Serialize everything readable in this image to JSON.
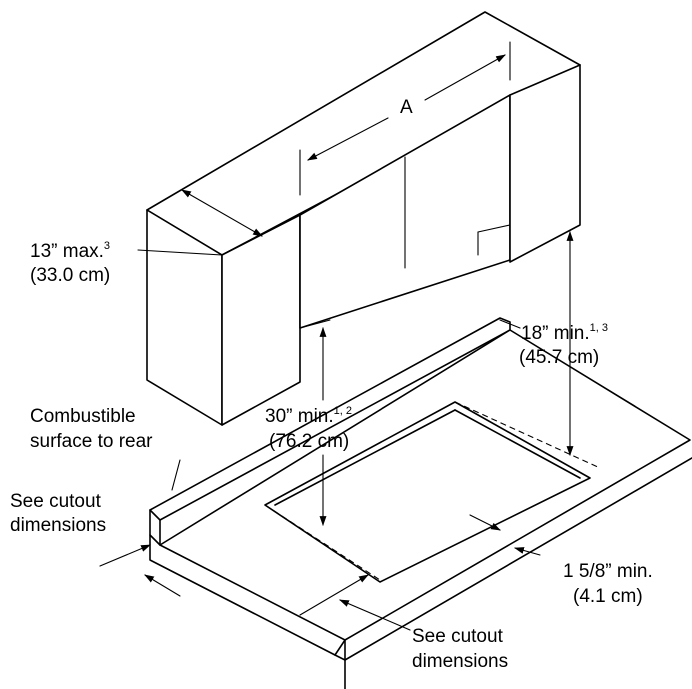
{
  "labels": {
    "width_a": "A",
    "depth_max": "13” max.",
    "depth_max_note": "3",
    "depth_max_metric": "(33.0 cm)",
    "clear_side": "18” min.",
    "clear_side_note": "1, 3",
    "clear_side_metric": "(45.7 cm)",
    "clear_top": "30” min.",
    "clear_top_note": "1, 2",
    "clear_top_metric": "(76.2 cm)",
    "combustible_1": "Combustible",
    "combustible_2": "surface to rear",
    "cutout_left_1": "See cutout",
    "cutout_left_2": "dimensions",
    "edge_min": "1 5/8” min.",
    "edge_min_metric": "(4.1 cm)",
    "cutout_bottom_1": "See cutout",
    "cutout_bottom_2": "dimensions"
  }
}
